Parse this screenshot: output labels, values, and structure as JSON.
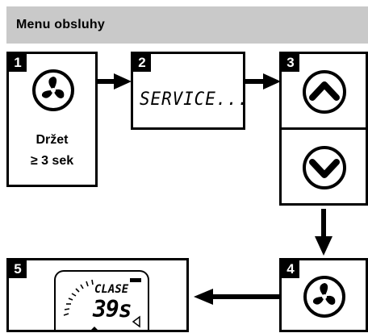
{
  "header": {
    "title": "Menu obsluhy"
  },
  "steps": [
    {
      "number": "1",
      "text_line1": "Držet",
      "text_line2": "≥ 3 sek",
      "icon": "fan-button-icon"
    },
    {
      "number": "2",
      "display_text": "SERVICE..."
    },
    {
      "number": "3",
      "icons": [
        "up-arrow-button-icon",
        "down-arrow-button-icon"
      ]
    },
    {
      "number": "4",
      "icon": "fan-button-icon"
    },
    {
      "number": "5",
      "display_label": "CLASE",
      "display_value": "39s"
    }
  ],
  "colors": {
    "header_bg": "#c9c9c9",
    "stroke": "#000000"
  }
}
